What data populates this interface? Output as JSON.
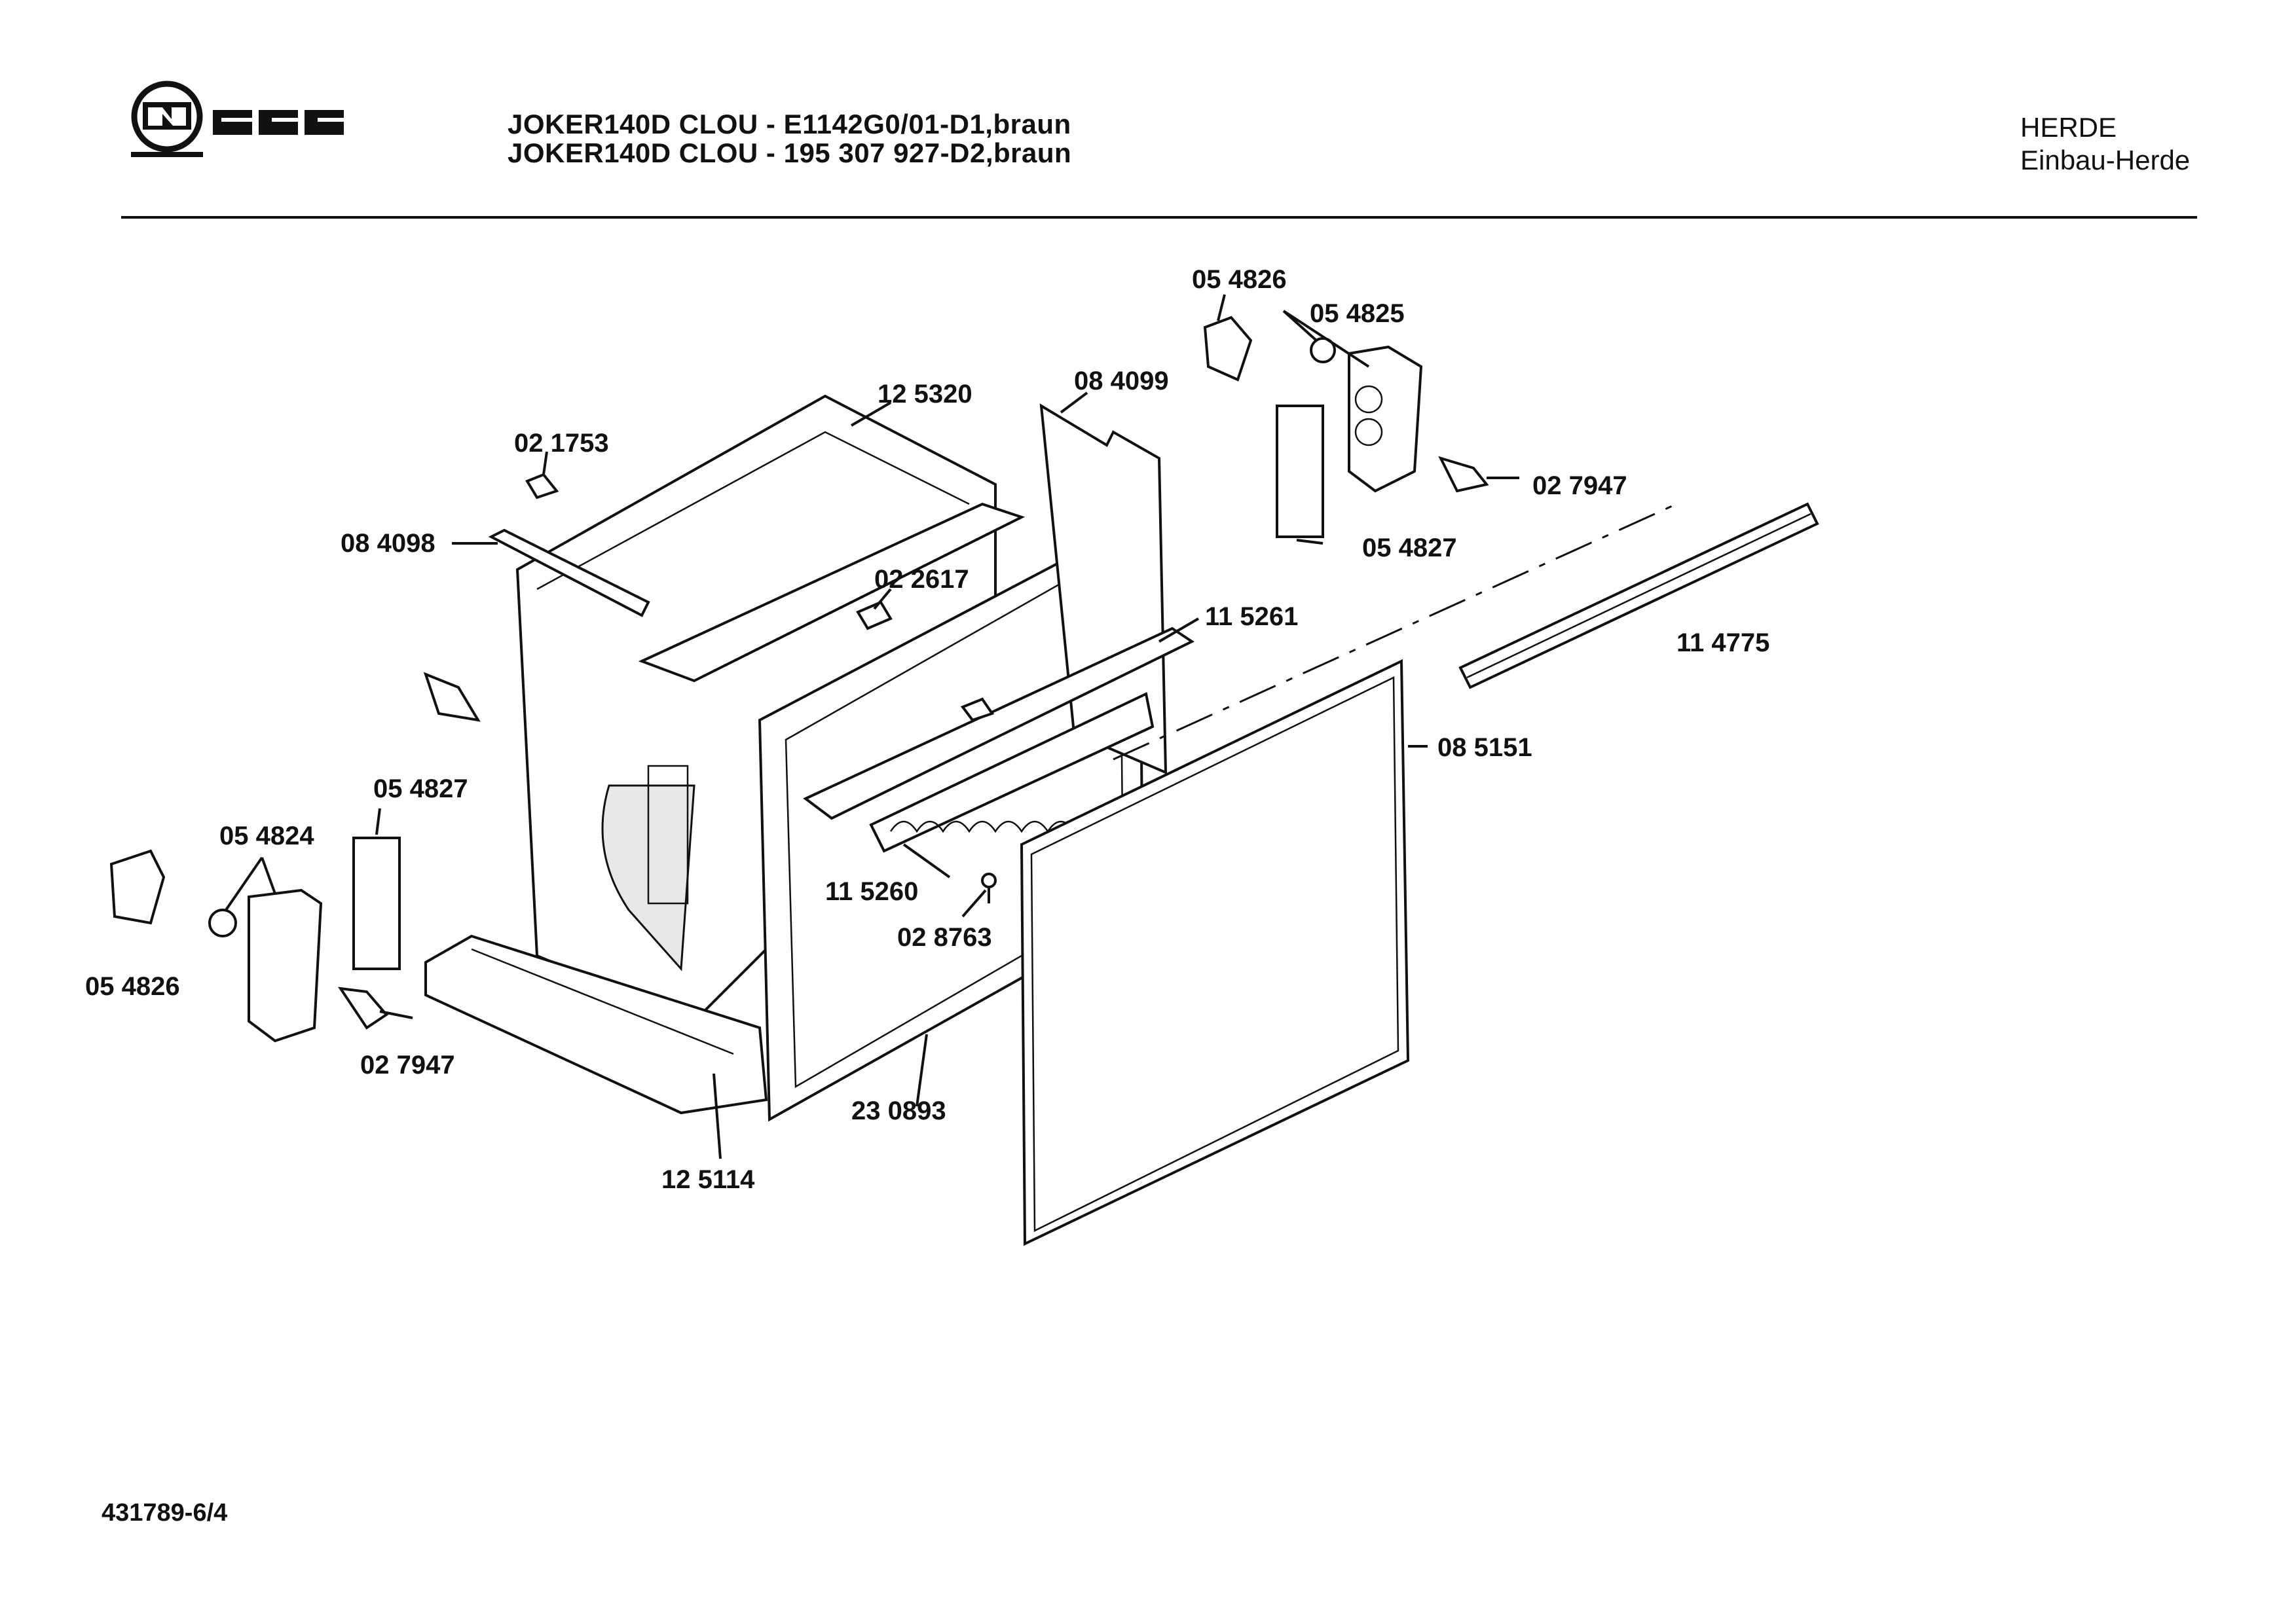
{
  "header": {
    "brand": "NEFF",
    "title_lines": [
      "JOKER140D CLOU - E1142G0/01-D1,braun",
      "JOKER140D CLOU - 195 307 927-D2,braun"
    ],
    "category": "HERDE",
    "subcategory": "Einbau-Herde"
  },
  "diagram": {
    "part_labels": [
      "05 4826",
      "05 4825",
      "12 5320",
      "08 4099",
      "02 1753",
      "02 7947",
      "08 4098",
      "05 4827",
      "02 2617",
      "11 5261",
      "11 4775",
      "08 5151",
      "05 4827",
      "05 4824",
      "11 5260",
      "02 8763",
      "05 4826",
      "02 7947",
      "23 0893",
      "12 5114"
    ]
  },
  "footer": {
    "document_number": "431789-6/4"
  }
}
